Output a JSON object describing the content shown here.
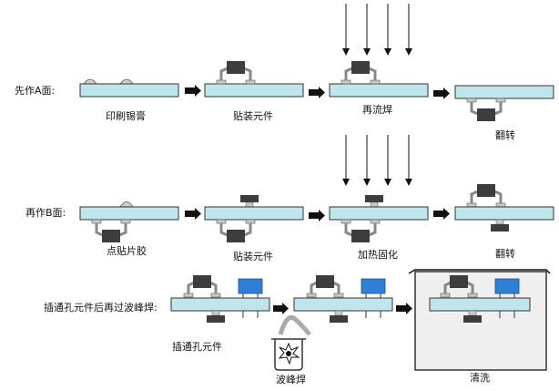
{
  "labels": {
    "row_a": "先作A面:",
    "row_b": "再作B面:",
    "row_c": "插通孔元件后再过波峰焊:",
    "a_step1": "印刷锡膏",
    "a_step2": "贴装元件",
    "a_step3": "再流焊",
    "a_step4": "翻转",
    "b_step1": "点贴片胶",
    "b_step2": "贴装元件",
    "b_step3": "加热固化",
    "b_step4": "翻转",
    "c_step1": "插通孔元件",
    "c_step2": "波峰焊",
    "c_step3": "清洗"
  },
  "colors": {
    "board": "#bfe6ec",
    "chip": "#3d3d3d",
    "lead": "#9a9a9a",
    "paste": "#c8c8c8",
    "through_hole": "#2f7fd6",
    "arrow": "#111111"
  }
}
